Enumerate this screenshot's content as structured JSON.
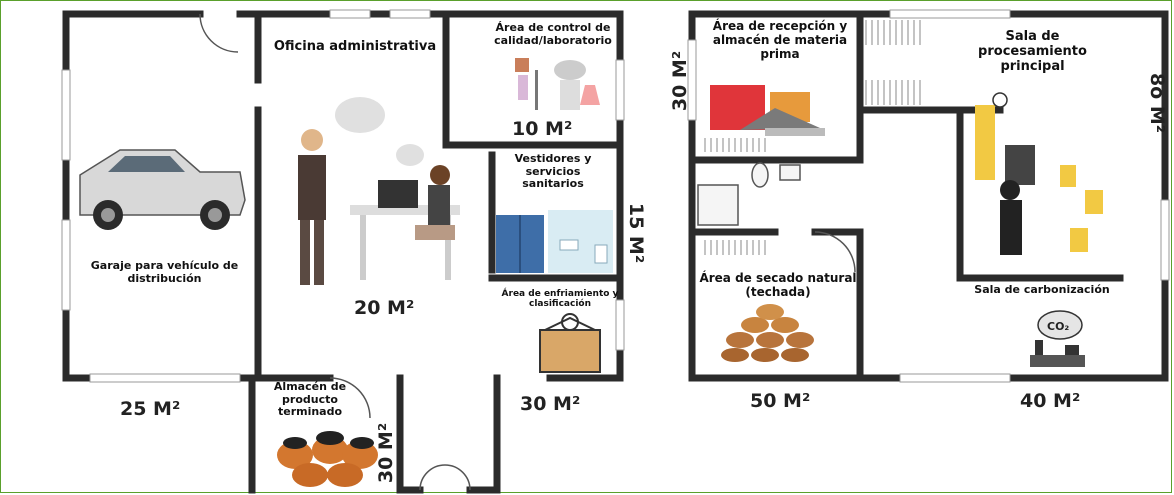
{
  "rooms": {
    "garage": {
      "label": "Garaje para vehículo de distribución",
      "area": "25 M²"
    },
    "office": {
      "label": "Oficina administrativa",
      "area": "20 M²"
    },
    "quality": {
      "label": "Área de control de calidad/laboratorio",
      "area": "10 M²"
    },
    "changing": {
      "label": "Vestidores y servicios sanitarios",
      "area": "15 M²"
    },
    "cooling": {
      "label": "Área de enfriamiento y clasificación",
      "area": "30 M²"
    },
    "storage": {
      "label": "Almacén de producto terminado",
      "area": "30 M²"
    },
    "reception": {
      "label": "Área de recepción y almacén de materia prima",
      "area": "30 M²"
    },
    "drying": {
      "label": "Área de secado natural (techada)",
      "area": "50 M²"
    },
    "processing": {
      "label": "Sala de procesamiento principal",
      "area": "8o M²"
    },
    "carbonization": {
      "label": "Sala de carbonización",
      "area": "40 M²"
    }
  },
  "colors": {
    "wall": "#2b2b2b",
    "border": "#5aa02c"
  },
  "icons": [
    "pickup-truck-icon",
    "office-workers-icon",
    "lab-equipment-icon",
    "lockers-icon",
    "bathroom-icon",
    "box-sorting-icon",
    "charcoal-sacks-icon",
    "raw-material-icon",
    "dried-briquettes-icon",
    "processing-worker-icon",
    "co2-factory-icon"
  ]
}
